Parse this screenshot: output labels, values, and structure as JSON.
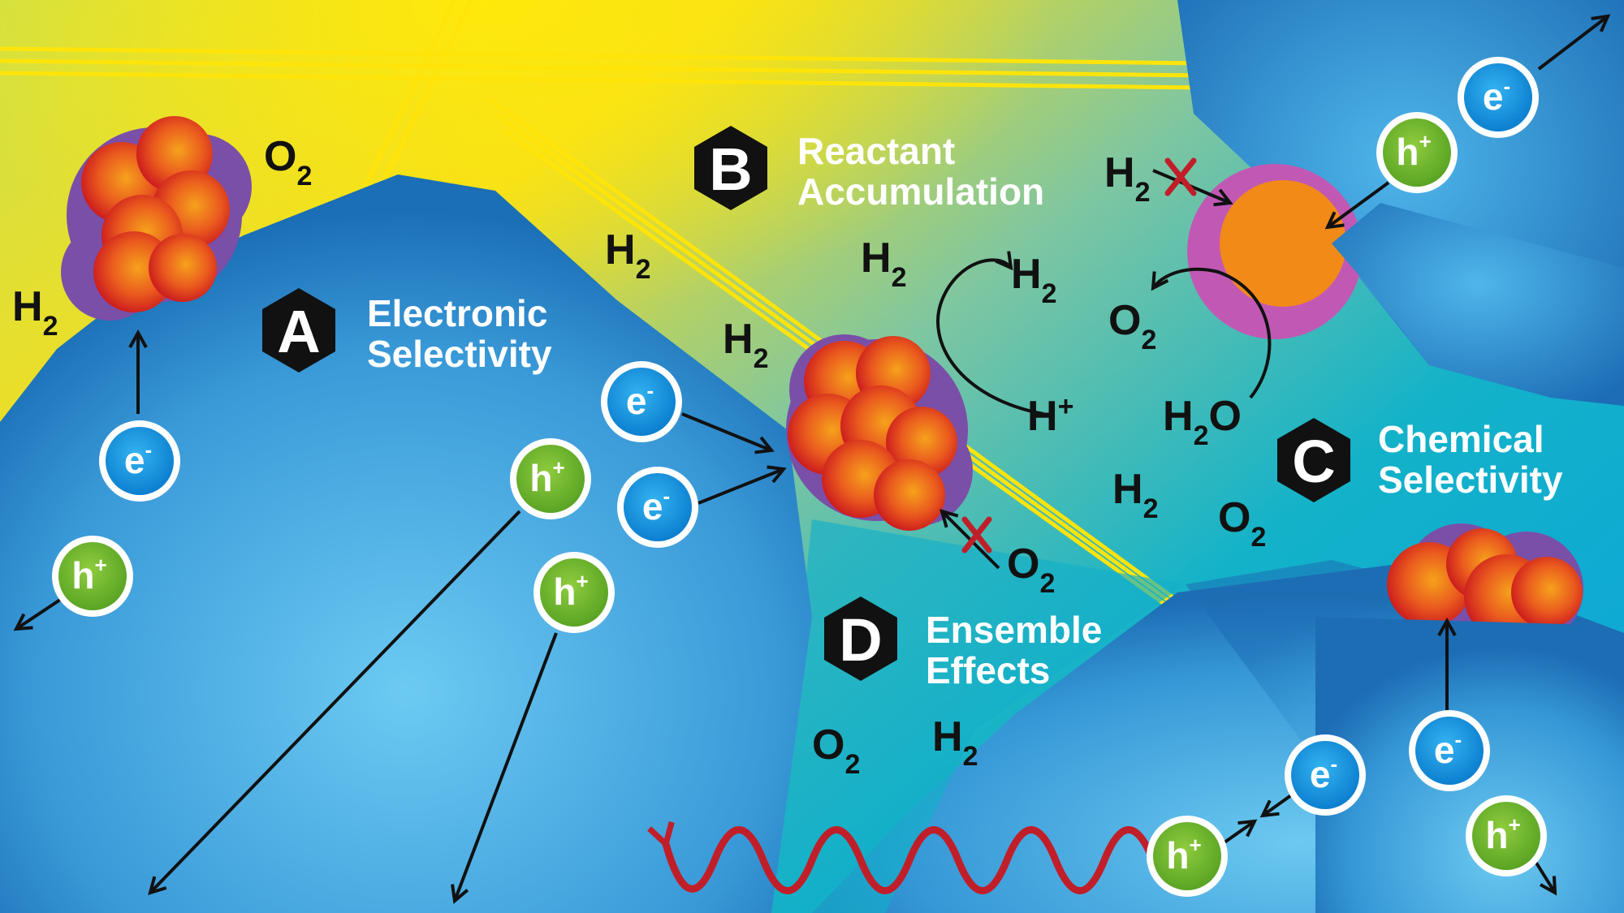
{
  "mechanisms": [
    {
      "letter": "A",
      "line1": "Electronic",
      "line2": "Selectivity"
    },
    {
      "letter": "B",
      "line1": "Reactant",
      "line2": "Accumulation"
    },
    {
      "letter": "C",
      "line1": "Chemical",
      "line2": "Selectivity"
    },
    {
      "letter": "D",
      "line1": "Ensemble",
      "line2": "Effects"
    }
  ],
  "molecules": {
    "h2": {
      "main": "H",
      "sub": "2"
    },
    "o2": {
      "main": "O",
      "sub": "2"
    },
    "h2o": {
      "main1": "H",
      "sub": "2",
      "main2": "O"
    },
    "hplus": {
      "main": "H",
      "sup": "+"
    }
  },
  "carriers": {
    "electron": {
      "symbol": "e",
      "charge": "-"
    },
    "hole": {
      "symbol": "h",
      "charge": "+"
    }
  },
  "colors": {
    "background_yellow": "#f7df17",
    "background_teal": "#12b0c8",
    "semiconductor_blue": "#2d8fd5",
    "cocatalyst_red": "#c8141e",
    "cocatalyst_orange": "#f28a18",
    "cocatalyst_shell": "#7a4fa8",
    "electron_blue": "#1594e0",
    "hole_green": "#6cb62e",
    "blocked_red": "#c01f2a"
  }
}
